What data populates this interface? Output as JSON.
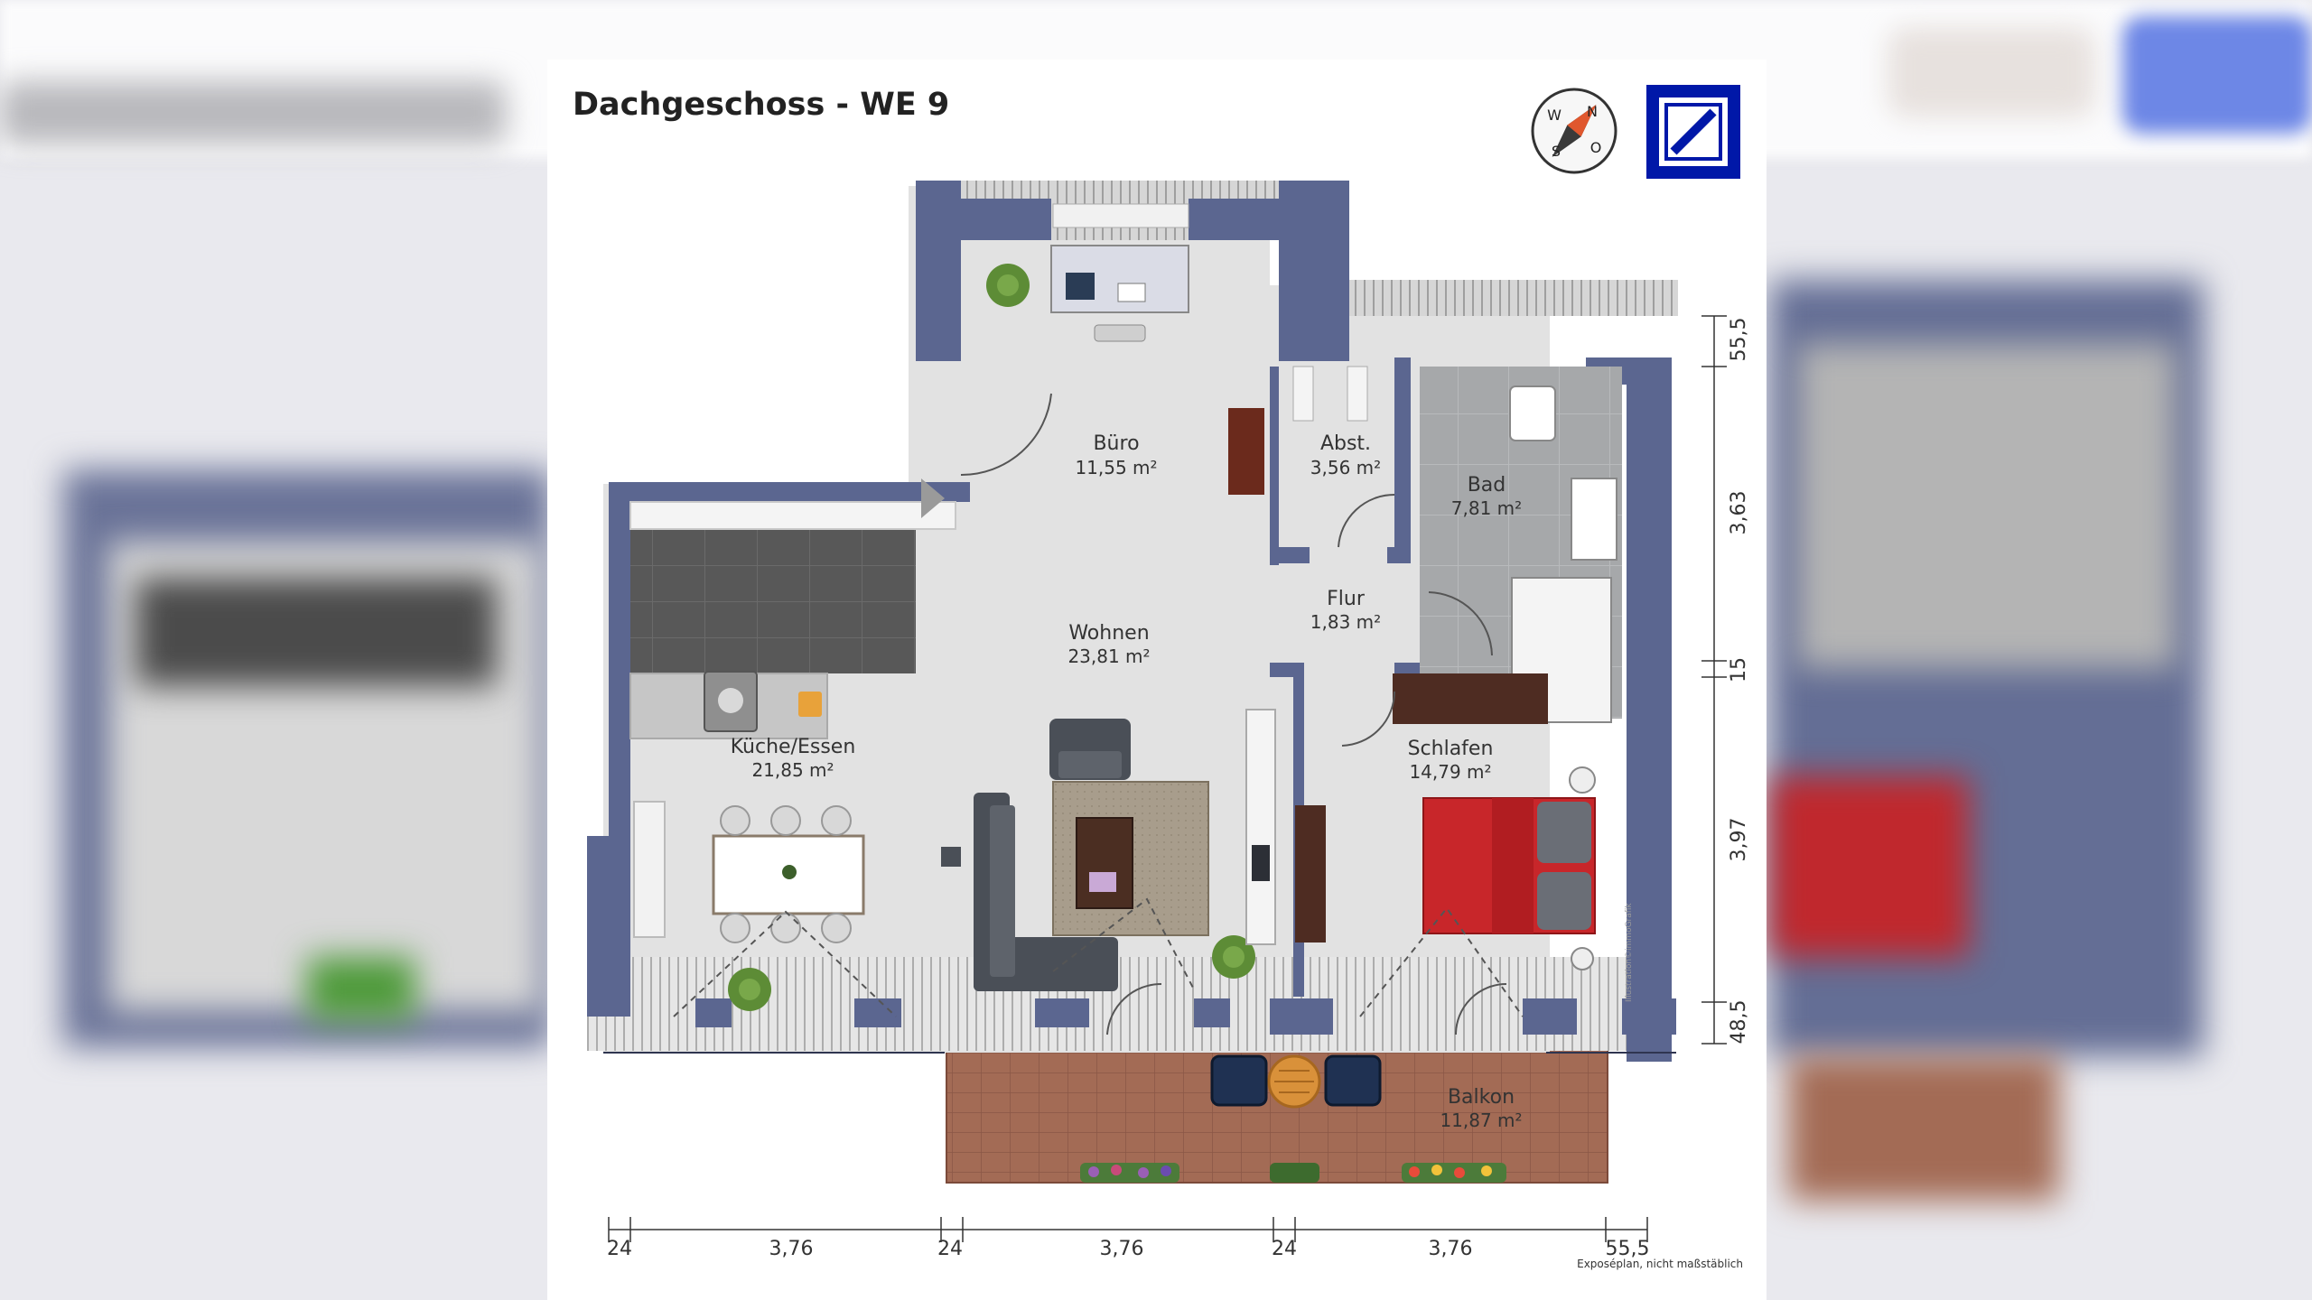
{
  "title": "Dachgeschoss - WE 9",
  "footnote": "Exposéplan, nicht maßstäblich",
  "watermark": "Illustration©immoGrafik",
  "compass_letters": [
    "W",
    "N",
    "O",
    "S"
  ],
  "logo": "deutsche-bank-logo",
  "rooms": [
    {
      "name": "Büro",
      "area": "11,55 m²"
    },
    {
      "name": "Abst.",
      "area": "3,56 m²"
    },
    {
      "name": "Bad",
      "area": "7,81 m²"
    },
    {
      "name": "Flur",
      "area": "1,83 m²"
    },
    {
      "name": "Wohnen",
      "area": "23,81 m²"
    },
    {
      "name": "Küche/Essen",
      "area": "21,85 m²"
    },
    {
      "name": "Schlafen",
      "area": "14,79 m²"
    },
    {
      "name": "Balkon",
      "area": "11,87 m²"
    }
  ],
  "dims_bottom": [
    "24",
    "3,76",
    "24",
    "3,76",
    "24",
    "3,76",
    "55,5"
  ],
  "dims_right": [
    "55,5",
    "3,63",
    "15",
    "3,97",
    "48,5"
  ],
  "colors": {
    "wall": "#5b6690",
    "floor": "#e2e2e2",
    "tile_bath": "#a6a8aa",
    "tile_kitchen": "#585858",
    "balcony": "#a36b55",
    "bed": "#c8262a",
    "logo_blue": "#0018a8"
  }
}
